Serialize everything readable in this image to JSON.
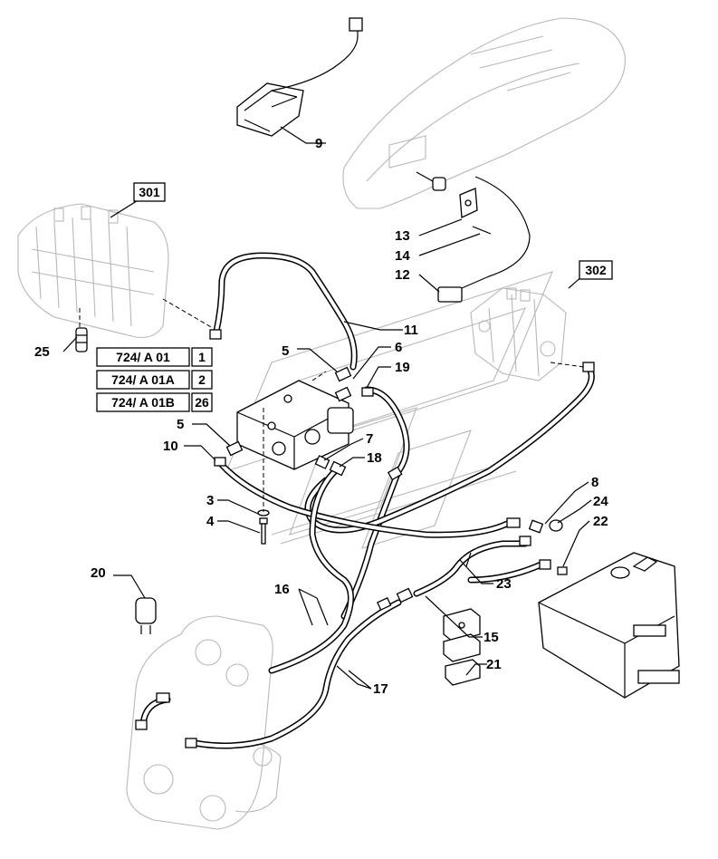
{
  "callouts": {
    "c1": "1",
    "c2": "2",
    "c3": "3",
    "c4": "4",
    "c5a": "5",
    "c5b": "5",
    "c6": "6",
    "c7": "7",
    "c8": "8",
    "c9": "9",
    "c10": "10",
    "c11": "11",
    "c12": "12",
    "c13": "13",
    "c14": "14",
    "c15": "15",
    "c16": "16",
    "c17": "17",
    "c18": "18",
    "c19": "19",
    "c20": "20",
    "c21": "21",
    "c22": "22",
    "c23": "23",
    "c24": "24",
    "c25": "25",
    "c26": "26"
  },
  "boxed_refs": {
    "ref_301": "301",
    "ref_302": "302",
    "ref_a01": "724/  A 01",
    "ref_a01a": "724/  A 01A",
    "ref_a01b": "724/  A 01B"
  },
  "colors": {
    "ink": "#000000",
    "ghost": "#b8b8b8",
    "background": "#ffffff"
  }
}
